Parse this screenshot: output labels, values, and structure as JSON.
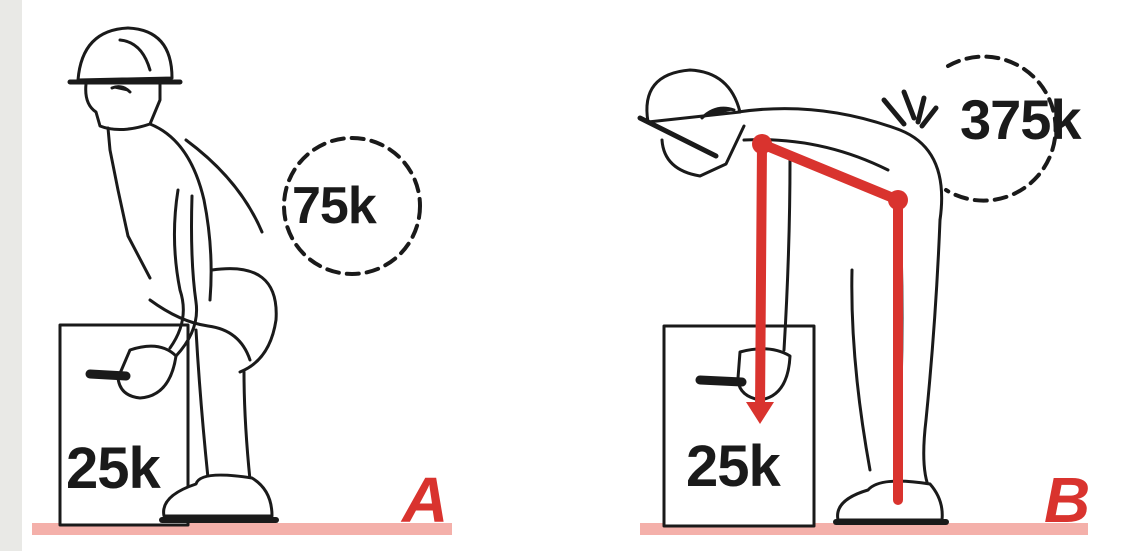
{
  "panels": [
    {
      "id": "A",
      "letter": "A",
      "load_label": "25k",
      "force_label": "75k",
      "posture": "knees bent, straight back"
    },
    {
      "id": "B",
      "letter": "B",
      "load_label": "25k",
      "force_label": "375k",
      "posture": "bent back, straight legs"
    }
  ],
  "colors": {
    "accent_red": "#d9332e",
    "line": "#1a1a1a",
    "floor": "#f2a6a0"
  }
}
